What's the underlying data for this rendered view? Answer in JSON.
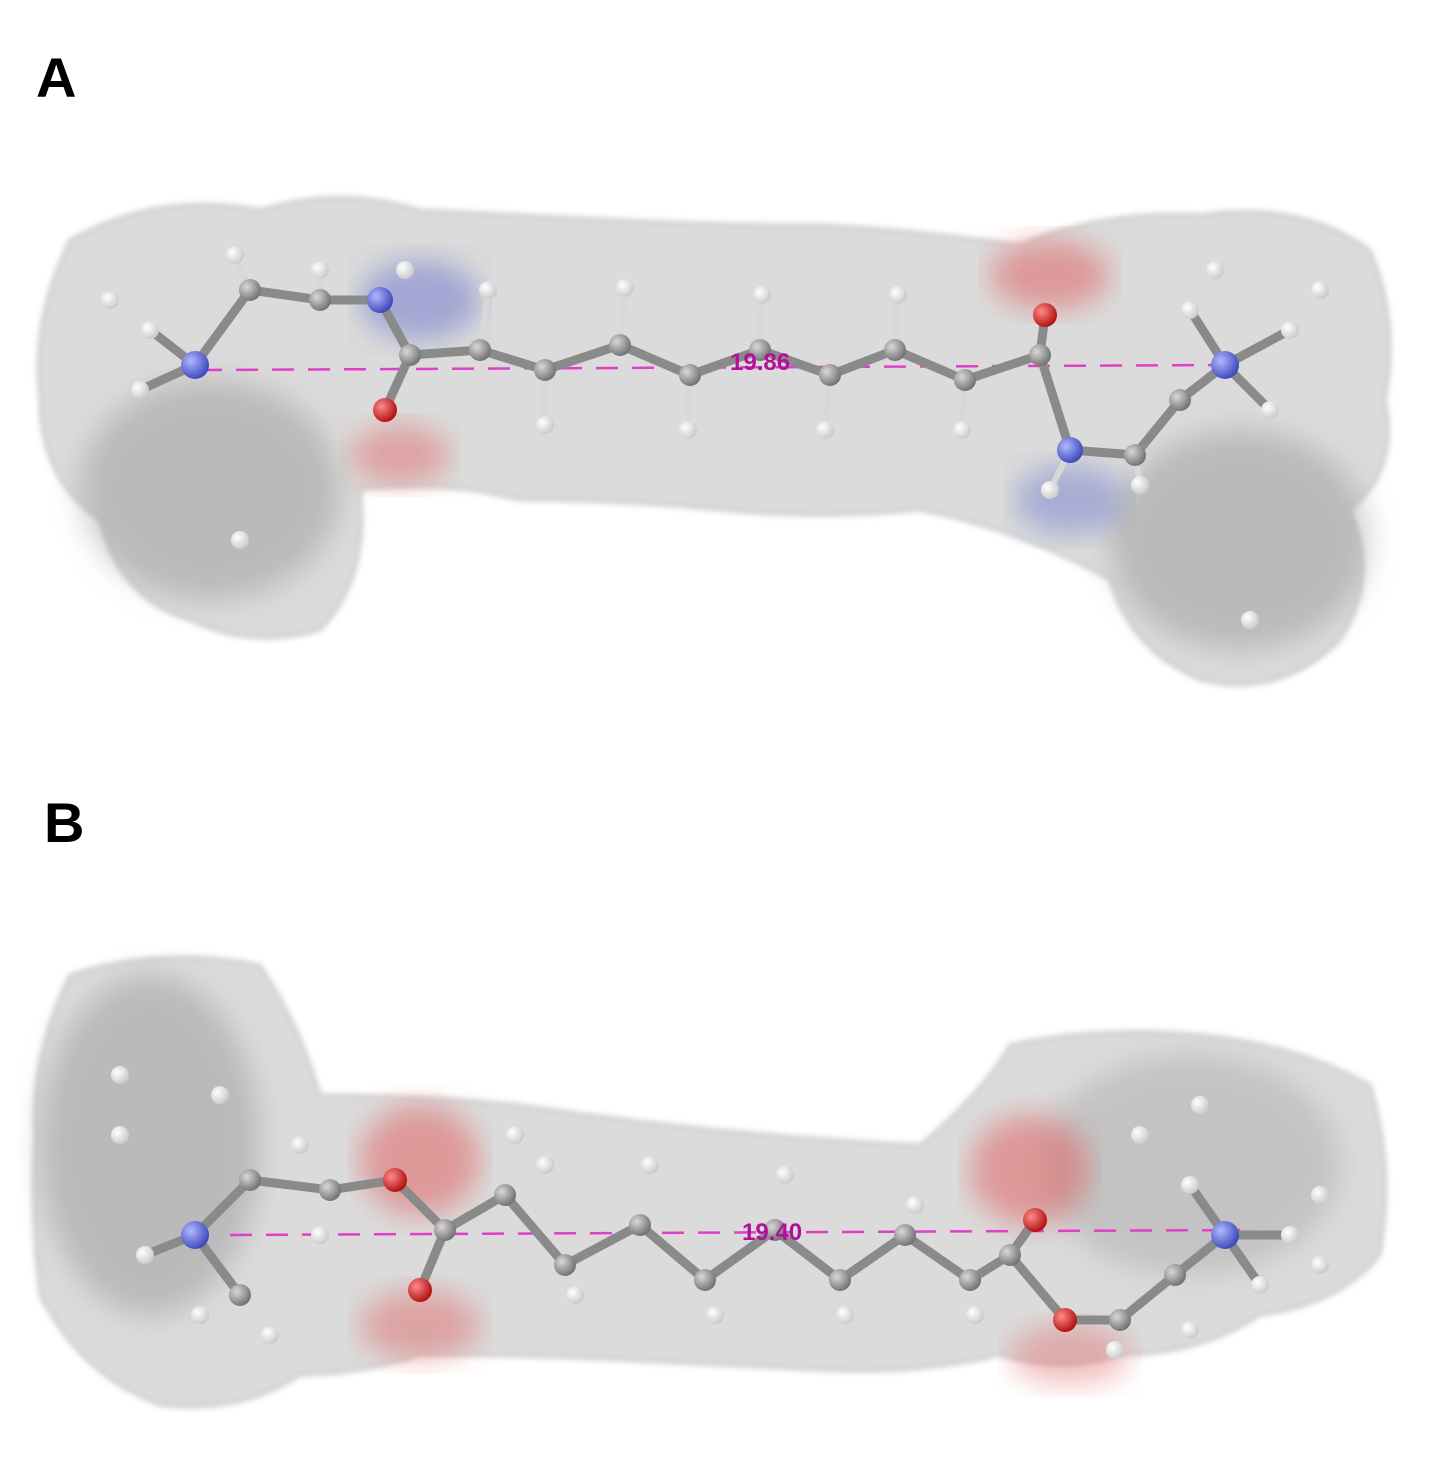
{
  "panels": [
    {
      "letter": "A",
      "distance_label": "19.86"
    },
    {
      "letter": "B",
      "distance_label": "19.40"
    }
  ],
  "colors": {
    "surface": "#9a9a9a",
    "carbon": "#8a8a8a",
    "hydrogen": "#f2f2f2",
    "nitrogen": "#5a66d8",
    "oxygen": "#d81e1e",
    "distance_line": "#e040c8",
    "distance_text": "#b0109a"
  }
}
